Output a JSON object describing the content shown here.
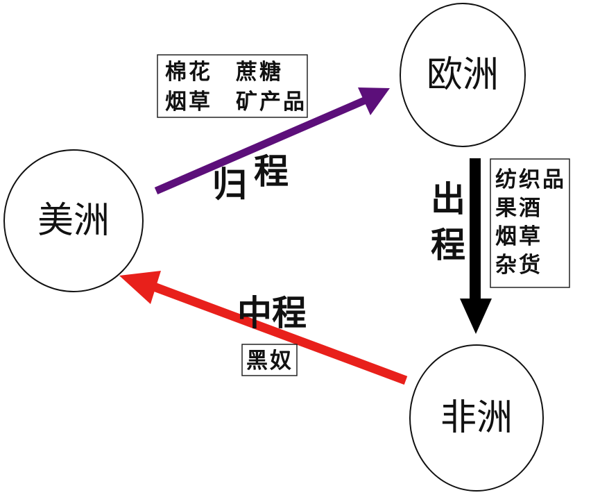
{
  "colors": {
    "return_arrow": "#5c0f7a",
    "outward_arrow": "#000000",
    "middle_arrow": "#e8201b"
  },
  "nodes": {
    "americas": "美洲",
    "europe": "欧洲",
    "africa": "非洲"
  },
  "routes": {
    "return": {
      "label_char1": "归",
      "label_char2": "程",
      "goods": [
        "棉花　蔗糖",
        "烟草　矿产品"
      ]
    },
    "outward": {
      "label_char1": "出",
      "label_char2": "程",
      "goods": [
        "纺织品",
        "果酒",
        "烟草",
        "杂货"
      ]
    },
    "middle": {
      "label": "中程",
      "goods": [
        "黑奴"
      ]
    }
  }
}
